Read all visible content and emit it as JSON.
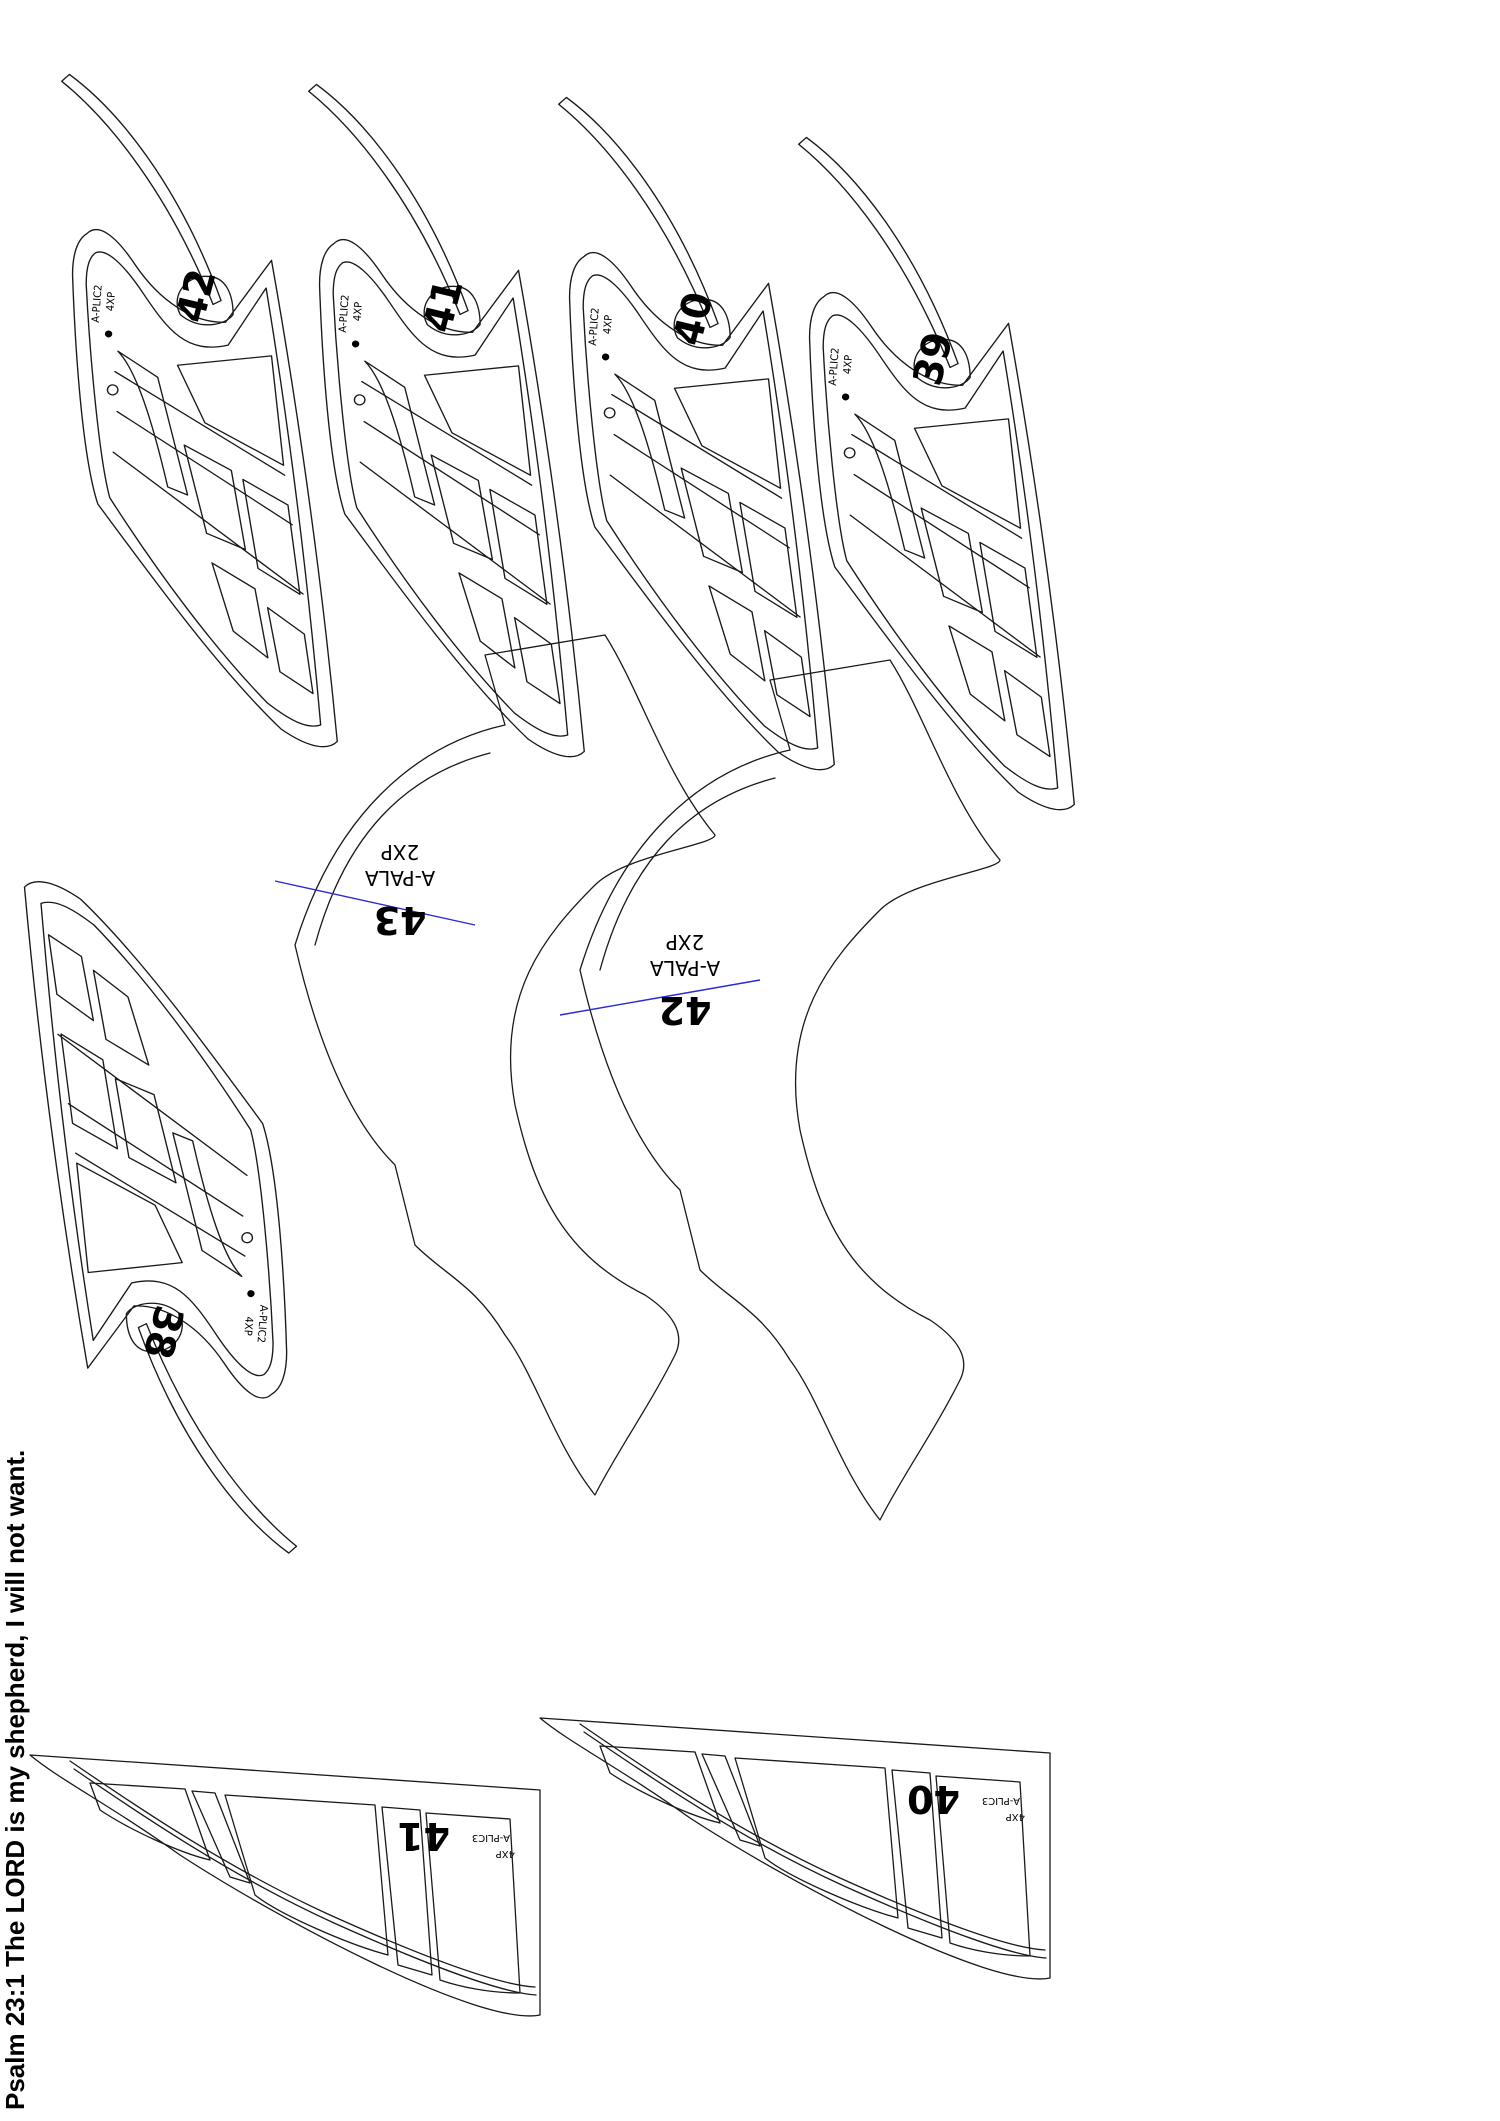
{
  "footer_text": "Psalm 23:1 The LORD is my shepherd, I will not want.",
  "parts": [
    {
      "id": "p42",
      "number": "42",
      "code": "A-PLIC2",
      "qty": "4XP"
    },
    {
      "id": "p41",
      "number": "41",
      "code": "A-PLIC2",
      "qty": "4XP"
    },
    {
      "id": "p40",
      "number": "40",
      "code": "A-PLIC2",
      "qty": "4XP"
    },
    {
      "id": "p39",
      "number": "39",
      "code": "A-PLIC2",
      "qty": "4XP"
    },
    {
      "id": "p38",
      "number": "38",
      "code": "A-PLIC2",
      "qty": "4XP"
    },
    {
      "id": "pala43",
      "number": "43",
      "code": "A-PALA",
      "qty": "2XP"
    },
    {
      "id": "pala42",
      "number": "42",
      "code": "A-PALA",
      "qty": "2XP"
    },
    {
      "id": "plic41",
      "number": "41",
      "code": "A-PLIC3",
      "qty": "4XP"
    },
    {
      "id": "plic40",
      "number": "40",
      "code": "A-PLIC3",
      "qty": "4XP"
    }
  ]
}
